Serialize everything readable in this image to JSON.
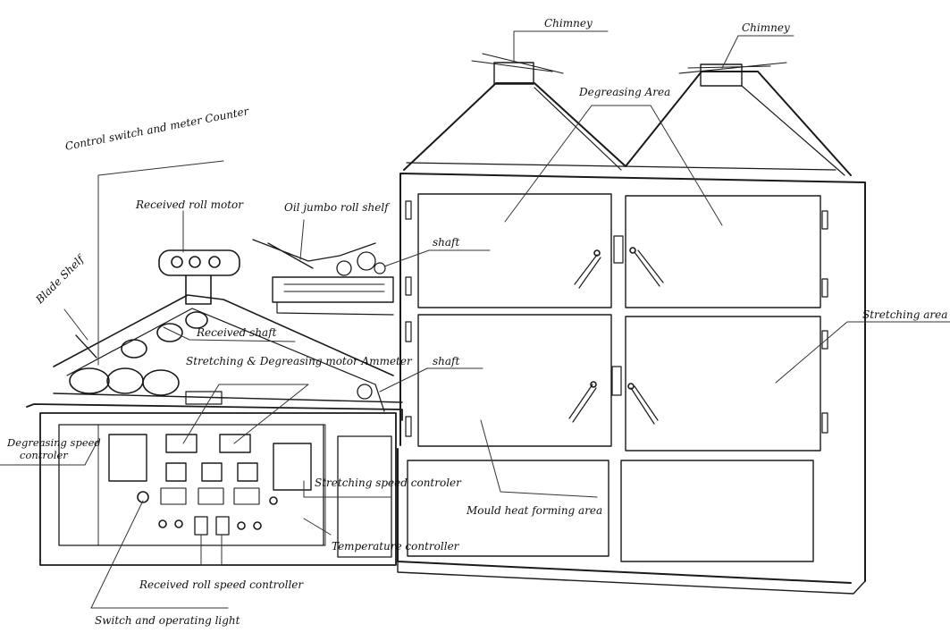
{
  "labels": {
    "chimney_left": "Chimney",
    "chimney_right": "Chimney",
    "degreasing_area": "Degreasing Area",
    "control_switch_meter_counter": "Control switch and meter  Counter",
    "received_roll_motor": "Received roll motor",
    "oil_jumbo_roll_shelf": "Oil jumbo roll shelf",
    "shaft_upper": "shaft",
    "blade_shelf": "Blade Shelf",
    "received_shaft": "Received shaft",
    "stretching_degreasing_motor_ammeter": "Stretching & Degreasing motor Ammeter",
    "shaft_lower": "shaft",
    "stretching_area": "Stretching area",
    "degreasing_speed_controller_line1": "Degreasing speed",
    "degreasing_speed_controller_line2": "controler",
    "stretching_speed_controller": "Stretching speed controler",
    "mould_heat_forming_area": "Mould heat forming area",
    "temperature_controller": "Temperature controller",
    "received_roll_speed_controller": "Received roll speed controller",
    "switch_and_operating_light": "Switch and operating light"
  }
}
